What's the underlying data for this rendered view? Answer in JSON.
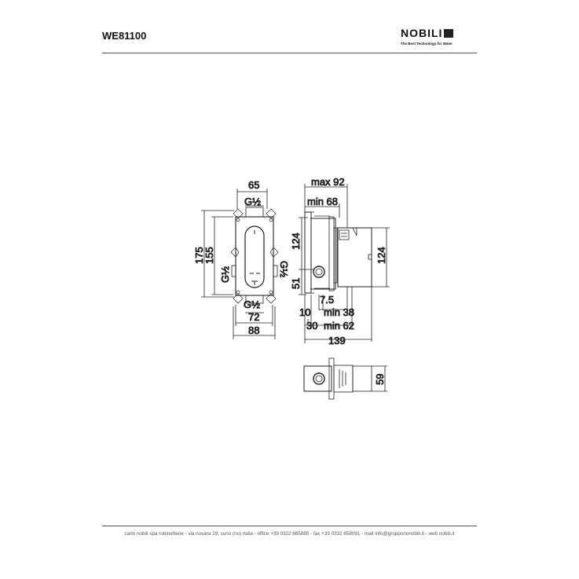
{
  "header": {
    "product_code": "WE81100",
    "brand": "NOBILI",
    "tagline": "The Best Technology for Water"
  },
  "drawing": {
    "front_view": {
      "width_top": "65",
      "width_outer": "88",
      "width_inner": "72",
      "height_outer": "175",
      "height_inner": "155",
      "thread_top": "G½",
      "thread_bottom": "G½",
      "thread_left": "G½",
      "thread_right": "G½"
    },
    "side_view": {
      "max_depth": "max 92",
      "min_depth": "min 68",
      "height_upper": "124",
      "height_lower": "51",
      "height_right": "124",
      "offset_a": "7.5",
      "min_38": "min 38",
      "offset_10": "10",
      "offset_30": "30",
      "min_62": "min 62",
      "total": "139"
    },
    "bottom_view": {
      "height": "59"
    }
  },
  "footer": {
    "text": "carlo nobili spa rubinetterie - via novara 29, suno (no) italia - office +39 0322 885885 - fax +39 0332 858091 - mail info@gruppononobili.it - web nobili.it"
  }
}
